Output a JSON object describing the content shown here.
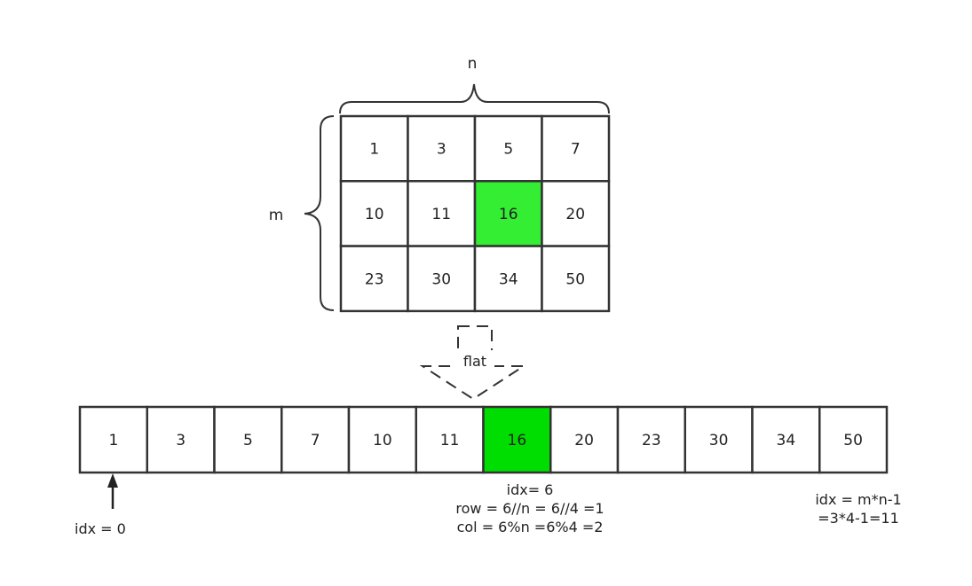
{
  "labels": {
    "n": "n",
    "m": "m",
    "flat": "flat"
  },
  "matrix": {
    "rows": 3,
    "cols": 4,
    "values": [
      1,
      3,
      5,
      7,
      10,
      11,
      16,
      20,
      23,
      30,
      34,
      50
    ],
    "highlight_index": 6
  },
  "array": {
    "values": [
      1,
      3,
      5,
      7,
      10,
      11,
      16,
      20,
      23,
      30,
      34,
      50
    ],
    "highlight_index": 6
  },
  "colors": {
    "highlight": "#33ee33",
    "highlight_bright": "#00dd00",
    "stroke": "#333333"
  },
  "annotations": {
    "first_index": "idx = 0",
    "highlight_lines": [
      "idx= 6",
      "row = 6//n = 6//4 =1",
      "col = 6%n =6%4 =2"
    ],
    "last_lines": [
      "idx = m*n-1",
      "=3*4-1=11"
    ]
  }
}
